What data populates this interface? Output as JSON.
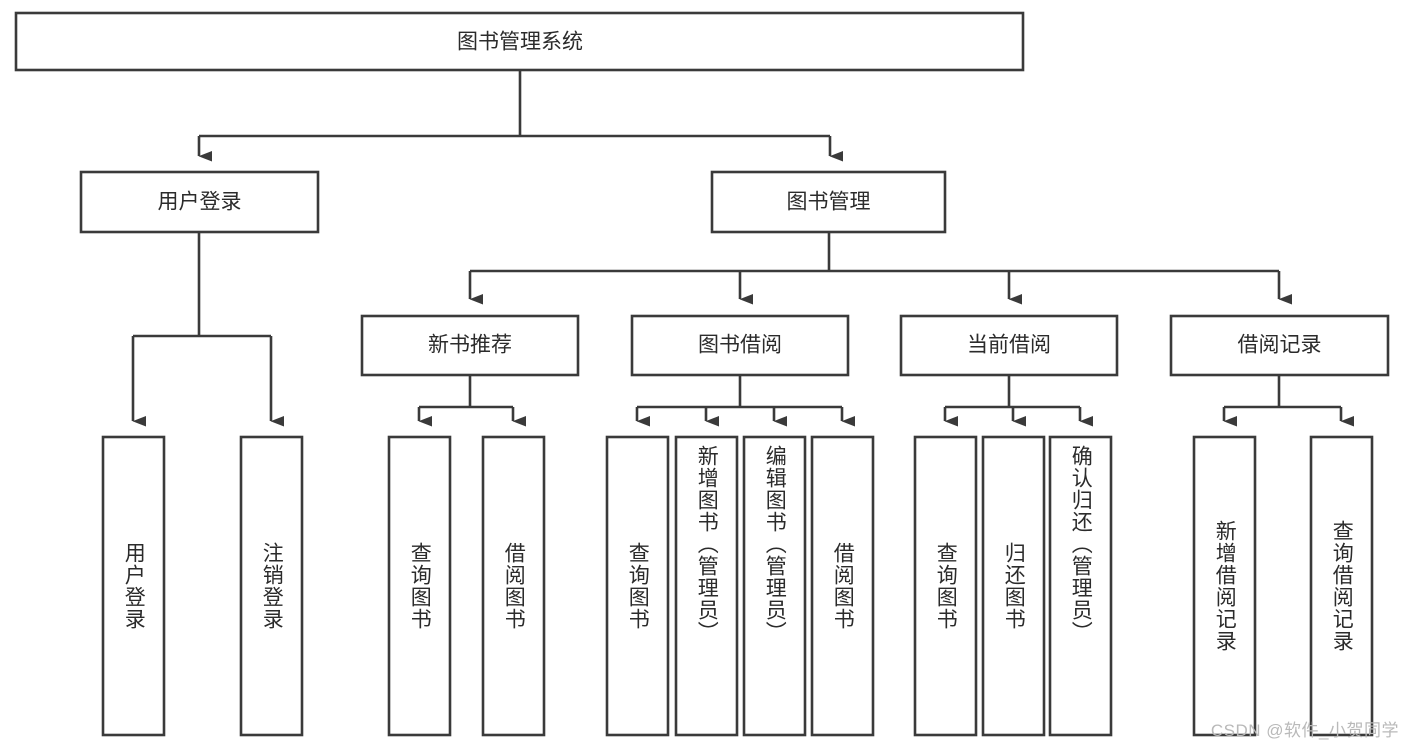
{
  "diagram": {
    "type": "hierarchy-tree",
    "title": "图书管理系统",
    "root": {
      "label": "图书管理系统",
      "level": 0
    },
    "level1": [
      {
        "label": "用户登录"
      },
      {
        "label": "图书管理"
      }
    ],
    "level2": [
      {
        "label": "新书推荐",
        "parent": "图书管理"
      },
      {
        "label": "图书借阅",
        "parent": "图书管理"
      },
      {
        "label": "当前借阅",
        "parent": "图书管理"
      },
      {
        "label": "借阅记录",
        "parent": "图书管理"
      }
    ],
    "leaves": {
      "user_login": [
        {
          "label": "用户登录"
        },
        {
          "label": "注销登录"
        }
      ],
      "new_book_recommend": [
        {
          "label": "查询图书"
        },
        {
          "label": "借阅图书"
        }
      ],
      "book_borrow": [
        {
          "label": "查询图书"
        },
        {
          "label": "新增图书（管理员）"
        },
        {
          "label": "编辑图书（管理员）"
        },
        {
          "label": "借阅图书"
        }
      ],
      "current_borrow": [
        {
          "label": "查询图书"
        },
        {
          "label": "归还图书"
        },
        {
          "label": "确认归还（管理员）"
        }
      ],
      "borrow_record": [
        {
          "label": "新增借阅记录"
        },
        {
          "label": "查询借阅记录"
        }
      ]
    },
    "watermark": "CSDN @软件_小贺同学",
    "colors": {
      "box_stroke": "#3a3a3a",
      "box_fill": "#ffffff",
      "text": "#2b2b2b",
      "background": "#ffffff",
      "watermark": "#b9b9b9"
    }
  }
}
